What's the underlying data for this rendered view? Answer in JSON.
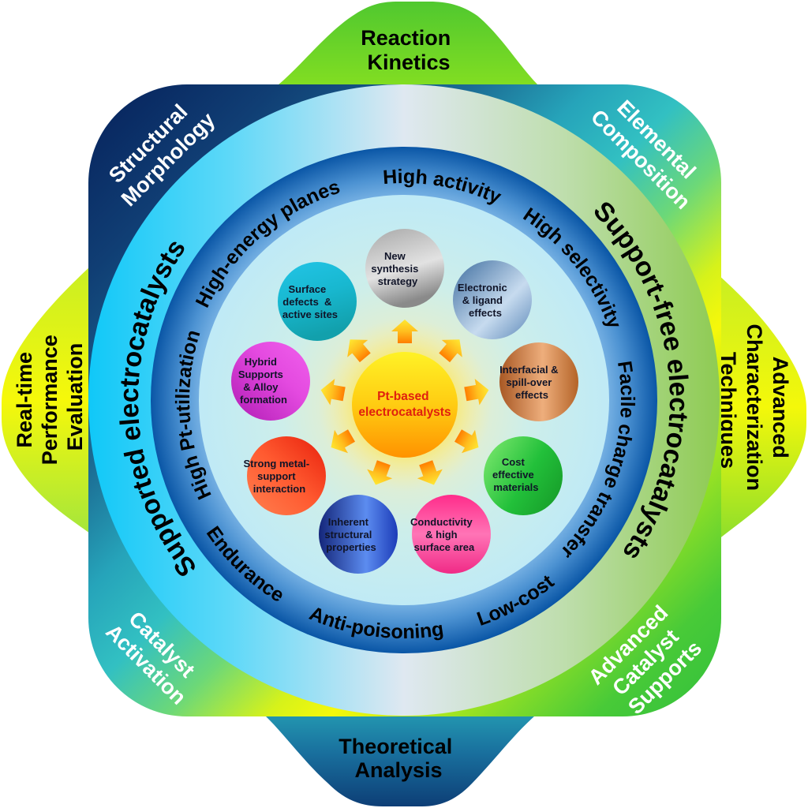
{
  "petals": {
    "top": {
      "lines": [
        "Reaction",
        "Kinetics"
      ]
    },
    "right": {
      "lines": [
        "Advanced",
        "Characterization",
        "Techniques"
      ]
    },
    "bottom": {
      "lines": [
        "Theoretical",
        "Analysis"
      ]
    },
    "left": {
      "lines": [
        "Real-time",
        "Performance",
        "Evaluation"
      ]
    }
  },
  "corners": {
    "top_left": {
      "lines": [
        "Structural",
        "Morphology"
      ]
    },
    "top_right": {
      "lines": [
        "Elemental",
        "Composition"
      ]
    },
    "bottom_right": {
      "lines": [
        "Advanced",
        "Catalyst",
        "Supports"
      ]
    },
    "bottom_left": {
      "lines": [
        "Catalyst",
        "Activation"
      ]
    }
  },
  "outer_ring": {
    "left_label": "Supported electrocatalysts",
    "right_label": "Support-free electrocatalysts"
  },
  "inner_ring": {
    "labels": [
      "High activity",
      "High selectivity",
      "Facile charge transfer",
      "Low-cost",
      "Anti-poisoning",
      "Endurance",
      "High Pt-utilization",
      "High-energy planes"
    ]
  },
  "center": {
    "lines": [
      "Pt-based",
      "electrocatalysts"
    ],
    "text_color": "#e0200e",
    "gradient": [
      "#fff226",
      "#ffcc12",
      "#ff9200"
    ]
  },
  "nodes": [
    {
      "lines": [
        "New",
        "synthesis",
        "strategy"
      ],
      "gradient": [
        "#a8a8a8",
        "#e2e2e2",
        "#8a8a8a"
      ]
    },
    {
      "lines": [
        "Electronic",
        "& ligand",
        "effects"
      ],
      "gradient": [
        "#3e6d9f",
        "#c7dbef",
        "#5c88b8"
      ]
    },
    {
      "lines": [
        "Interfacial &",
        "spill-over",
        "effects"
      ],
      "gradient": [
        "#a85824",
        "#eeae7c",
        "#b46428"
      ]
    },
    {
      "lines": [
        "Cost",
        "effective",
        "materials"
      ],
      "gradient": [
        "#6ee266",
        "#22c03a",
        "#169a28"
      ]
    },
    {
      "lines": [
        "Conductivity",
        "& high",
        "surface area"
      ],
      "gradient": [
        "#ff2c8a",
        "#ff74b6",
        "#f02a86"
      ]
    },
    {
      "lines": [
        "Inherent",
        "structural",
        "properties"
      ],
      "gradient": [
        "#14267a",
        "#5c8cf0",
        "#1c3cb8"
      ]
    },
    {
      "lines": [
        "Strong metal-",
        "support",
        "interaction"
      ],
      "gradient": [
        "#ff8050",
        "#ff5a30",
        "#e8200c"
      ]
    },
    {
      "lines": [
        "Hybrid",
        "Supports",
        "& Alloy",
        "formation"
      ],
      "gradient": [
        "#b01cb4",
        "#e44ae0",
        "#f060ec"
      ]
    },
    {
      "lines": [
        "Surface",
        "defects  &",
        "active sites"
      ],
      "gradient": [
        "#22c4e6",
        "#18b8d0",
        "#12a0ac"
      ]
    }
  ]
}
